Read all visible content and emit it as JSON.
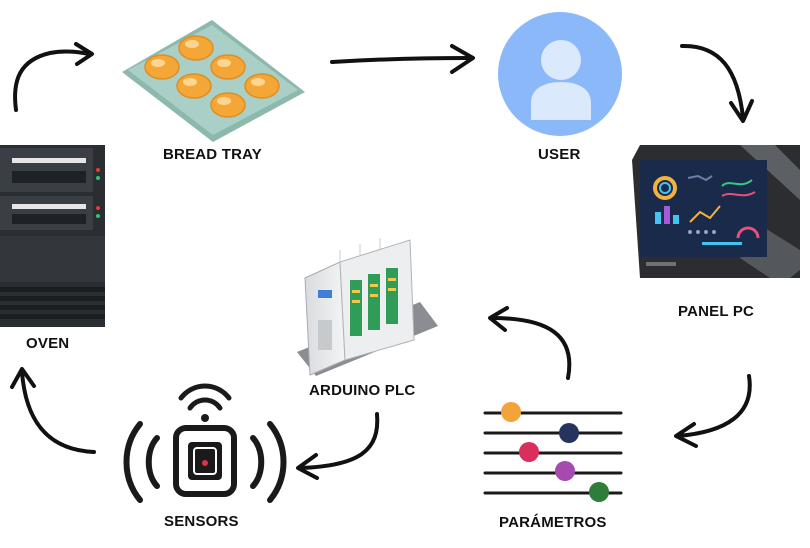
{
  "labels": {
    "bread_tray": "BREAD TRAY",
    "user": "USER",
    "panel_pc": "PANEL PC",
    "arduino_plc": "ARDUINO PLC",
    "parametros": "PARÁMETROS",
    "sensors": "SENSORS",
    "oven": "OVEN"
  },
  "icons": {
    "oven": "oven-icon",
    "bread_tray": "bread-tray-icon",
    "user": "user-avatar-icon",
    "panel_pc": "panel-pc-icon",
    "arduino_plc": "arduino-plc-icon",
    "parametros": "parameter-sliders-icon",
    "sensors": "sensor-icon"
  },
  "colors": {
    "arrow": "#111111",
    "user_circle": "#8ab8f9",
    "user_figure": "#dbe9fd",
    "tray": "#a9cfc7",
    "bread": "#f4a637",
    "slider_orange": "#f2a33a",
    "slider_navy": "#26335f",
    "slider_red": "#d92f5a",
    "slider_purple": "#a54bb0",
    "slider_green": "#2e7d3a"
  }
}
